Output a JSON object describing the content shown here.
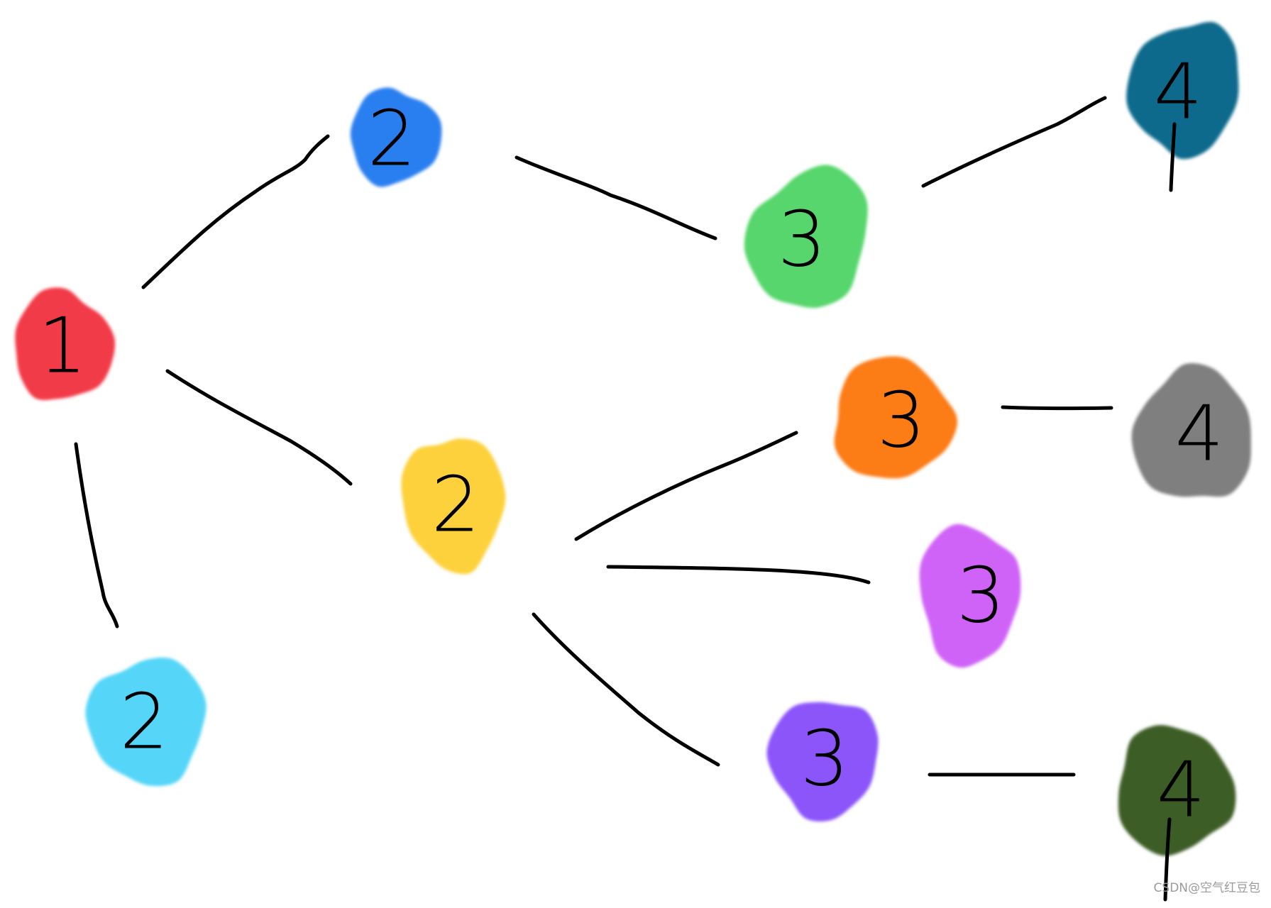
{
  "nodes": [
    {
      "id": "n1",
      "label": "1",
      "color": "#f23b4a"
    },
    {
      "id": "n2a",
      "label": "2",
      "color": "#2b7ff0"
    },
    {
      "id": "n2b",
      "label": "2",
      "color": "#fdd13a"
    },
    {
      "id": "n2c",
      "label": "2",
      "color": "#55d6f8"
    },
    {
      "id": "n3a",
      "label": "3",
      "color": "#57d66c"
    },
    {
      "id": "n3b",
      "label": "3",
      "color": "#fc7b17"
    },
    {
      "id": "n3c",
      "label": "3",
      "color": "#cf63f7"
    },
    {
      "id": "n3d",
      "label": "3",
      "color": "#8b55fa"
    },
    {
      "id": "n4a",
      "label": "4",
      "color": "#0c6a8c"
    },
    {
      "id": "n4b",
      "label": "4",
      "color": "#7f7f7f"
    },
    {
      "id": "n4c",
      "label": "4",
      "color": "#3c5d28"
    }
  ],
  "edges": [
    {
      "from": "n1",
      "to": "n2a"
    },
    {
      "from": "n1",
      "to": "n2b"
    },
    {
      "from": "n1",
      "to": "n2c"
    },
    {
      "from": "n2a",
      "to": "n3a"
    },
    {
      "from": "n3a",
      "to": "n4a"
    },
    {
      "from": "n2b",
      "to": "n3b"
    },
    {
      "from": "n2b",
      "to": "n3c"
    },
    {
      "from": "n2b",
      "to": "n3d"
    },
    {
      "from": "n3b",
      "to": "n4b"
    },
    {
      "from": "n3d",
      "to": "n4c"
    }
  ],
  "watermark": "CSDN@空气红豆包"
}
